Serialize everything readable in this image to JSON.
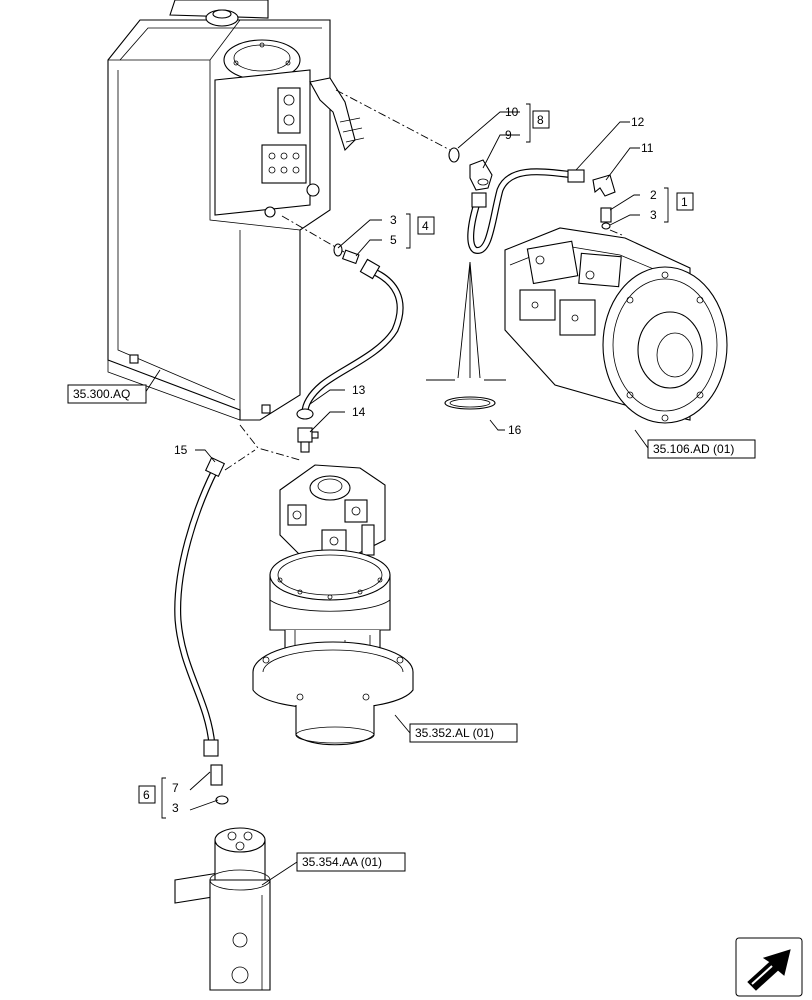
{
  "callouts": {
    "c1": "1",
    "c2": "2",
    "c3a": "3",
    "c3b": "3",
    "c3c": "3",
    "c4": "4",
    "c5": "5",
    "c6": "6",
    "c7": "7",
    "c8": "8",
    "c9": "9",
    "c10": "10",
    "c11": "11",
    "c12": "12",
    "c13": "13",
    "c14": "14",
    "c15": "15",
    "c16": "16"
  },
  "references": {
    "tank": "35.300.AQ",
    "pump": "35.106.AD (01)",
    "swing_motor": "35.352.AL (01)",
    "swivel_joint": "35.354.AA (01)"
  },
  "nav_icon": "next-page-arrow-icon"
}
